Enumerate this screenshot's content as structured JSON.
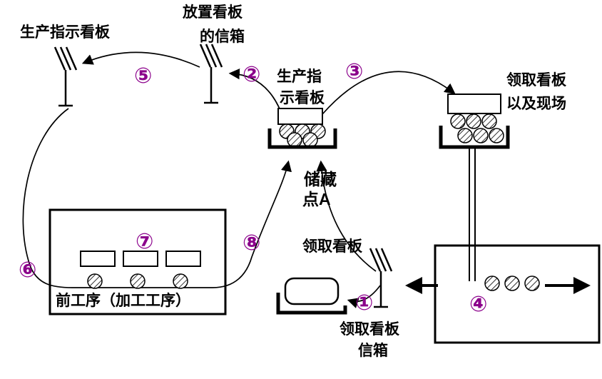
{
  "diagram": {
    "type": "kanban-cycle-flow",
    "background": "#ffffff",
    "line_color": "#000000",
    "step_number_color": "#8b008b"
  },
  "labels": {
    "production_kanban_left": "生产指示看板",
    "place_kanban_mailbox": {
      "line1": "放置看板",
      "line2": "的信箱"
    },
    "production_kanban_center": {
      "line1": "生产指",
      "line2": "示看板"
    },
    "withdrawal_kanban_site": {
      "line1": "领取看板",
      "line2": "以及现场"
    },
    "storage_point_a": {
      "line1": "储藏",
      "line2": "点A"
    },
    "withdrawal_kanban": "领取看板",
    "previous_process": "前工序（加工工序）",
    "withdrawal_kanban_mailbox": {
      "line1": "领取看板",
      "line2": "信箱"
    }
  },
  "steps": {
    "step1": "①",
    "step2": "②",
    "step3": "③",
    "step4": "④",
    "step5": "⑤",
    "step6": "⑥",
    "step7": "⑦",
    "step8": "⑧"
  }
}
